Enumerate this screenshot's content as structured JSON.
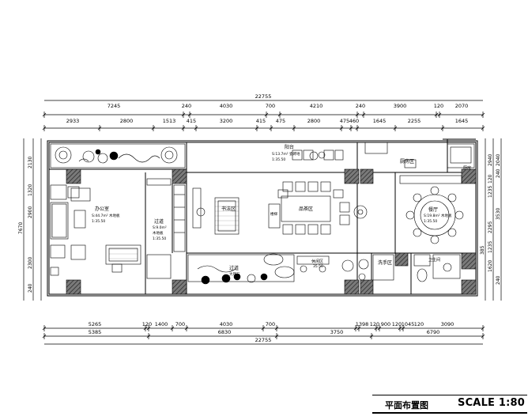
{
  "drawing": {
    "title": "平面布置图",
    "scale": "SCALE 1:80"
  },
  "dims": {
    "top_total": "22755",
    "top_row2": [
      "7245",
      "240",
      "4030",
      "700",
      "4210",
      "240",
      "3900",
      "120",
      "2070"
    ],
    "top_row3": [
      "2933",
      "2800",
      "1513",
      "415",
      "3200",
      "415",
      "475",
      "2800",
      "475",
      "460",
      "1645",
      "2255",
      "1645"
    ],
    "bottom_row1": [
      "5265",
      "120",
      "1400",
      "700",
      "4030",
      "700",
      "1398",
      "120",
      "900",
      "120",
      "1045",
      "120",
      "3090"
    ],
    "bottom_row2": [
      "5385",
      "6830",
      "3750",
      "6790"
    ],
    "bottom_total": "22755",
    "left_outer": [
      "2130",
      "7670",
      "2900",
      "1320",
      "2300",
      "240"
    ],
    "right_outer": [
      "2040",
      "240",
      "2940"
    ],
    "right_inner": [
      "120",
      "1235",
      "3530",
      "2295",
      "385",
      "1235",
      "1620",
      "240"
    ]
  },
  "rooms": {
    "balcony": {
      "name": "阳台",
      "area": "S:13.7m² 瓷砖地",
      "level": "1:35.50"
    },
    "office": {
      "name": "办公室",
      "area": "S:44.7m² 木地板",
      "level": "1:35.50"
    },
    "study": {
      "name": "书法区",
      "small": "楼梯"
    },
    "tea": {
      "name": "品茶区"
    },
    "corridor_left": {
      "name": "过道",
      "area": "S:9.0m²",
      "floor": "木地板",
      "level": "1:35.50"
    },
    "corridor_bottom": {
      "name": "过道",
      "floor": "大理石"
    },
    "kitchen": {
      "name": "厨房区"
    },
    "pantry": {
      "name": "厨房"
    },
    "dining": {
      "name": "餐厅",
      "area": "S:19.8m² 木地板",
      "level": "1:35.50"
    },
    "lounge": {
      "name": "休闲区",
      "level": "35.50"
    },
    "washroom": {
      "name": "洗手区"
    },
    "restroom": {
      "name": "卫生间"
    }
  }
}
